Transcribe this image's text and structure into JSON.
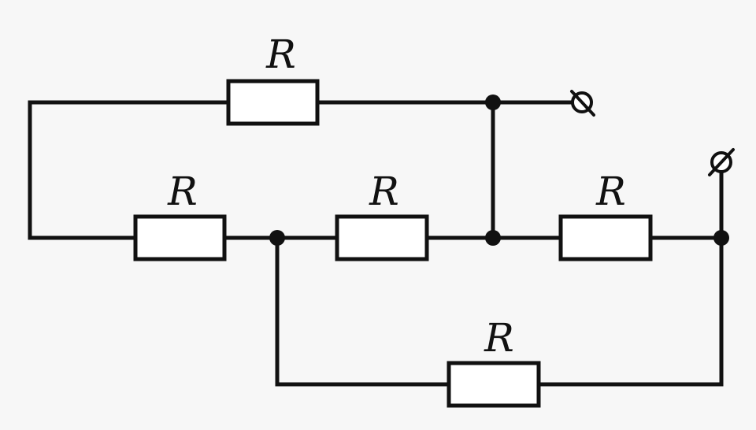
{
  "colors": {
    "ink": "#111111",
    "paper": "#f7f7f7"
  },
  "resistors": [
    {
      "id": "r-top",
      "label": "R"
    },
    {
      "id": "r-mid-left",
      "label": "R"
    },
    {
      "id": "r-mid-center",
      "label": "R"
    },
    {
      "id": "r-mid-right",
      "label": "R"
    },
    {
      "id": "r-bottom",
      "label": "R"
    }
  ],
  "terminals": [
    {
      "id": "terminal-upper",
      "icon": "circuit-terminal-icon"
    },
    {
      "id": "terminal-right",
      "icon": "circuit-terminal-icon"
    }
  ]
}
